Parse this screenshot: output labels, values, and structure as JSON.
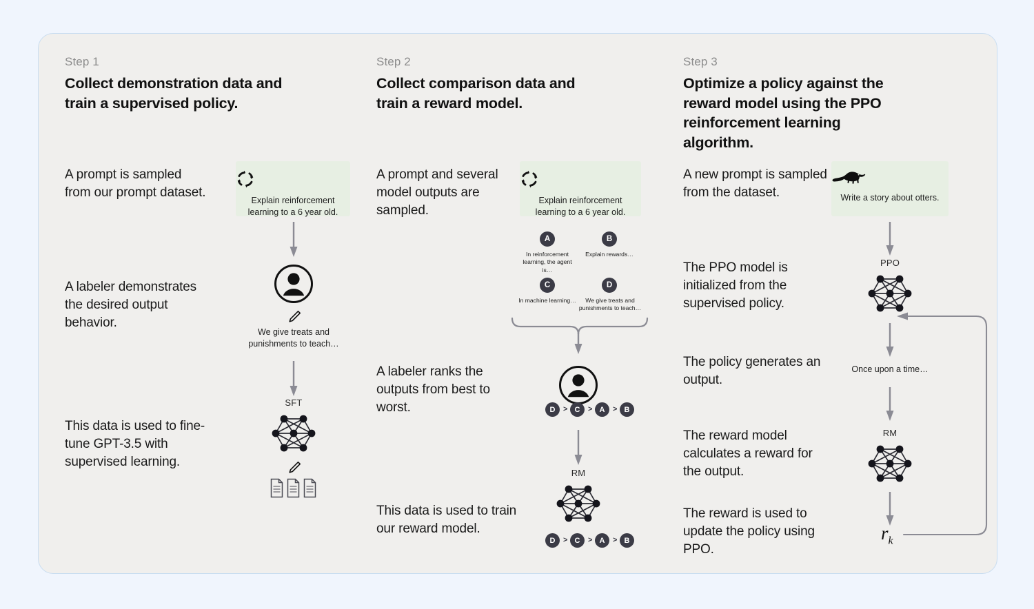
{
  "page": {
    "background": "#f0f5fd",
    "card_background": "#f0efed",
    "card_border": "#c9ddf0",
    "prompt_box_color": "#e7efe3",
    "badge_color": "#3b3b46",
    "arrow_color": "#8b8b94"
  },
  "steps": [
    {
      "label": "Step 1",
      "title": "Collect demonstration data and train a supervised policy.",
      "paragraphs": [
        "A prompt is sampled from our prompt dataset.",
        "A labeler demonstrates the desired output behavior.",
        "This data is used to fine-tune GPT-3.5 with supervised learning."
      ],
      "prompt_icon": "refresh-cycle-icon",
      "prompt_text": "Explain reinforcement learning to a 6 year old.",
      "labeler_caption": "We give treats and punishments to teach…",
      "model_label": "SFT"
    },
    {
      "label": "Step 2",
      "title": "Collect comparison data and train a reward model.",
      "paragraphs": [
        "A prompt and several model outputs are sampled.",
        "A labeler ranks the outputs from best to worst.",
        "This data is used to train our reward model."
      ],
      "prompt_icon": "refresh-cycle-icon",
      "prompt_text": "Explain reinforcement learning to a 6 year old.",
      "outputs": [
        {
          "badge": "A",
          "text": "In reinforcement learning, the agent is…"
        },
        {
          "badge": "B",
          "text": "Explain rewards…"
        },
        {
          "badge": "C",
          "text": "In machine learning…"
        },
        {
          "badge": "D",
          "text": "We give treats and punishments to teach…"
        }
      ],
      "ranking": [
        "D",
        "C",
        "A",
        "B"
      ],
      "ranking_separator": ">",
      "model_label": "RM"
    },
    {
      "label": "Step 3",
      "title": "Optimize a policy against the reward model using the PPO reinforcement learning algorithm.",
      "paragraphs": [
        "A new prompt is sampled from the dataset.",
        "The PPO model is initialized from the supervised policy.",
        "The policy generates an output.",
        "The reward model calculates a reward for the output.",
        "The reward is used to update the policy using PPO."
      ],
      "prompt_icon": "otter-icon",
      "prompt_text": "Write a story about otters.",
      "policy_label": "PPO",
      "generated_output": "Once upon a time…",
      "reward_model_label": "RM",
      "reward_symbol": "r",
      "reward_subscript": "k"
    }
  ]
}
